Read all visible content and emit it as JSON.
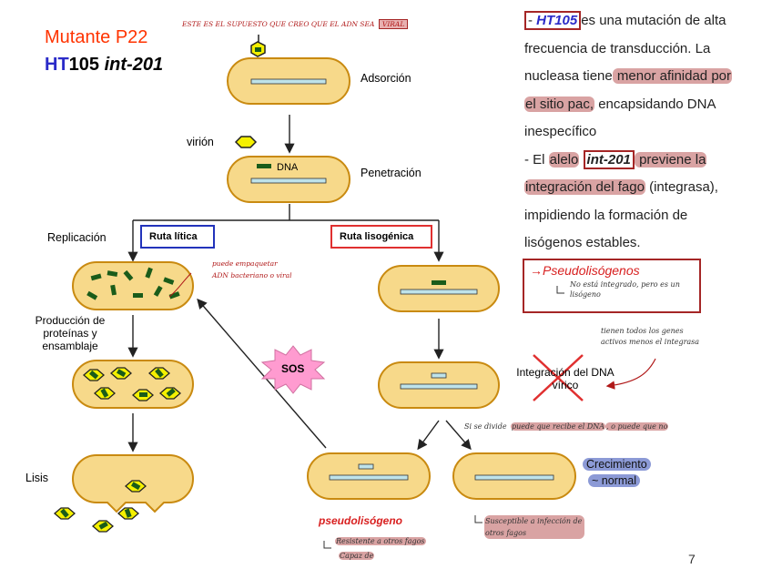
{
  "titles": {
    "mutant": "Mutante P22",
    "ht_prefix": "HT",
    "ht_number": "105",
    "allele": "int-201"
  },
  "handwriting": {
    "top_note": "ESTE ES EL SUPUESTO QUE CREO QUE EL ADN SEA",
    "top_note_box": "VIRAL",
    "side_note_lytic": "puede empaquetar ADN bacteriano o viral",
    "side_note_cross": "tienen todos los genes activos menos el integrasa",
    "division_note_a": "Si se divide",
    "division_note_b": "puede que recibe el DNA",
    "division_note_c": ", o puede que no",
    "pseudo_note_1": "Resistente a otros fagos",
    "pseudo_note_2": "Capaz de",
    "normal_note": "Susceptible a infección de otros fagos",
    "pseudolysogen_note": "No está integrado, pero es un lisógeno"
  },
  "diagram": {
    "adsorption": "Adsorción",
    "virion": "virión",
    "penetration": "Penetración",
    "dna_label": "DNA",
    "replication": "Replicación",
    "lytic_route": "Ruta lítica",
    "lysogenic_route": "Ruta lisogénica",
    "production": "Producción de proteínas y ensamblaje",
    "lysis": "Lisis",
    "sos": "SOS",
    "integration": "Integración del DNA vírico",
    "growth": "Crecimiento",
    "growth2": "~ normal",
    "pseudolysogen": "pseudolisógeno"
  },
  "right_panel": {
    "dash": "- ",
    "ht105": "HT105",
    "line1": "es una mutación de alta",
    "line2": "frecuencia de transducción. La",
    "line3a": "nucleasa tiene",
    "line3b": " menor afinidad por",
    "line4a": "el sitio pac,",
    "line4b": " encapsidando DNA",
    "line5": "inespecífico",
    "line6a": "- El ",
    "line6b": "alelo",
    "line6c": "int-201",
    "line6d": " previene la",
    "line7a": "integración del fago",
    "line7b": " (integrasa),",
    "line8": "impidiendo la formación de",
    "line9": "lisógenos estables.",
    "arrow": "→",
    "pseudolysogens": "Pseudolisógenos"
  },
  "page_number": "7",
  "colors": {
    "cell_fill": "#f7d98a",
    "cell_stroke": "#c98a10",
    "dna_fill": "#bfe3ea",
    "virus_fill": "#f5f000",
    "dark_green": "#1a5c1a",
    "red_accent": "#a52626",
    "blue_box": "#2233bb",
    "sos_fill": "#ff9bd0"
  }
}
